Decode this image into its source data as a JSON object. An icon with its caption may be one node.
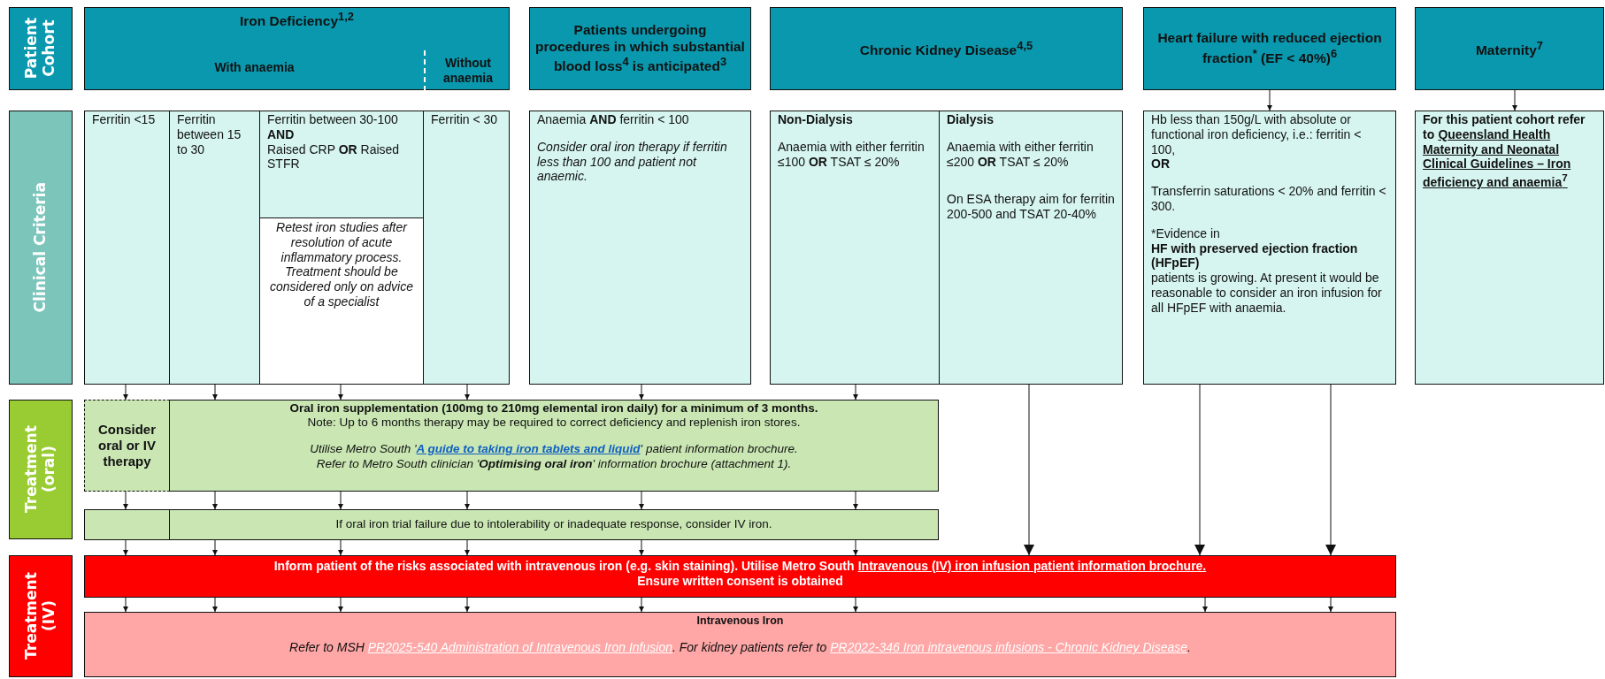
{
  "diagram": {
    "nodes": [
      {
        "text": [
          "Patient Cohort"
        ]
      },
      {
        "text": [
          "Iron Deficiency$^{1,2}$"
        ]
      },
      {
        "text": [
          "With anaemia"
        ],
        "in": 1
      },
      {
        "text": [
          "Without anaemia"
        ],
        "in": 1
      },
      {
        "text": [
          "Patients undergoing procedures in which substantial blood loss$^{4}$ is anticipated$^{3}$"
        ]
      },
      {
        "text": [
          "Chronic Kidney Disease$^{4,5}$"
        ]
      },
      {
        "text": [
          "Heart failure with reduced ejection fraction$^{*}$ (EF < 40%)$^{6}$"
        ]
      },
      {
        "text": [
          "Maternity$^{7}$"
        ]
      },
      {
        "text": [
          "Clinical Criteria"
        ]
      },
      {
        "text": [
          "Ferritin <15"
        ]
      },
      {
        "text": [
          "Ferritin between 15 to 30"
        ]
      },
      {
        "text": [
          "Ferritin between 30-100 **AND** Raised CRP **OR** Raised STFR"
        ]
      },
      {
        "text": [
          "Retest iron studies after resolution of acute inflammatory process.  Treatment should be considered only on advice of a specialist"
        ]
      },
      {
        "text": [
          "Ferritin < 30"
        ]
      },
      {
        "text": [
          "Anaemia **AND** ferritin < 100",
          "Consider oral iron therapy if ferritin less than 100 and patient not anaemic."
        ]
      },
      {
        "text": [
          "Non-Dialysis",
          "Anaemia with either ferritin ≤100 **OR** TSAT ≤ 20%"
        ]
      },
      {
        "text": [
          "Dialysis",
          "Anaemia with either ferritin ≤200 **OR** TSAT ≤ 20%",
          "On ESA therapy aim for ferritin 200-500 and TSAT 20-40%"
        ]
      },
      {
        "text": [
          "Hb less than 150g/L with absolute or functional iron deficiency, i.e.: ferritin < 100, **OR**",
          "Transferrin saturations < 20% and ferritin < 300.",
          "*Evidence in **HF with preserved ejection fraction (HFpEF)** patients is growing.  At present it would be reasonable to consider an iron infusion for all HFpEF with anaemia."
        ]
      },
      {
        "text": [
          "For this patient cohort refer to",
          "Queensland Health Maternity and Neonatal Clinical Guidelines – Iron deficiency and anaemia$^{7}$"
        ]
      },
      {
        "text": [
          "Treatment (oral)"
        ]
      },
      {
        "text": [
          "Consider oral or IV therapy"
        ]
      },
      {
        "text": [
          "Oral iron supplementation (100mg to 210mg elemental iron daily) for a minimum of 3 months.",
          "Note: Up to 6 months therapy may be required to correct deficiency and replenish iron stores.",
          "Utilise Metro South '**A guide to taking iron tablets and liquid**' patient information brochure.",
          "Refer to Metro South clinician '**Optimising oral iron**' information brochure (attachment 1)."
        ]
      },
      {
        "text": [],
        "shape": "box"
      },
      {
        "text": [
          "If oral iron trial failure due to intolerability or inadequate response, consider IV iron."
        ]
      },
      {
        "text": [
          "Treatment (IV)"
        ]
      },
      {
        "text": [
          "Inform patient of the risks associated with intravenous iron (e.g. skin staining).  Utilise Metro South",
          "Intravenous (IV) iron infusion patient information brochure.",
          "Ensure written consent is obtained"
        ]
      },
      {
        "text": [
          "Intravenous Iron",
          "Refer to MSH **PR2025-540 Administration of Intravenous Iron Infusion**. For kidney patients refer to **PR2022-346 Iron intravenous infusions - Chronic Kidney Disease**."
        ]
      }
    ],
    "edges": [
      {
        "from": 6,
        "to": 17,
        "arrow": "to"
      },
      {
        "from": 7,
        "to": 18,
        "arrow": "to"
      },
      {
        "from": 9,
        "to": 20,
        "arrow": "to"
      },
      {
        "from": 10,
        "to": 21,
        "arrow": "to"
      },
      {
        "from": 12,
        "to": 21,
        "arrow": "to"
      },
      {
        "from": 13,
        "to": 21,
        "arrow": "to"
      },
      {
        "from": 14,
        "to": 21,
        "arrow": "to"
      },
      {
        "from": 15,
        "to": 21,
        "arrow": "to"
      },
      {
        "from": 16,
        "to": 25,
        "arrow": "to"
      },
      {
        "from": 17,
        "to": 25,
        "arrow": "to"
      },
      {
        "from": 17,
        "to": 25,
        "arrow": "to"
      },
      {
        "from": 20,
        "to": 22,
        "arrow": "to"
      },
      {
        "from": 21,
        "to": 23,
        "arrow": "to"
      },
      {
        "from": 21,
        "to": 23,
        "arrow": "to"
      },
      {
        "from": 21,
        "to": 23,
        "arrow": "to"
      },
      {
        "from": 21,
        "to": 23,
        "arrow": "to"
      },
      {
        "from": 21,
        "to": 23,
        "arrow": "to"
      },
      {
        "from": 22,
        "to": 25,
        "arrow": "to"
      },
      {
        "from": 23,
        "to": 25,
        "arrow": "to"
      },
      {
        "from": 23,
        "to": 25,
        "arrow": "to"
      },
      {
        "from": 23,
        "to": 25,
        "arrow": "to"
      },
      {
        "from": 23,
        "to": 25,
        "arrow": "to"
      },
      {
        "from": 23,
        "to": 25,
        "arrow": "to"
      },
      {
        "from": 25,
        "to": 26,
        "arrow": "to"
      },
      {
        "from": 25,
        "to": 26,
        "arrow": "to"
      },
      {
        "from": 25,
        "to": 26,
        "arrow": "to"
      },
      {
        "from": 25,
        "to": 26,
        "arrow": "to"
      },
      {
        "from": 25,
        "to": 26,
        "arrow": "to"
      },
      {
        "from": 25,
        "to": 26,
        "arrow": "to"
      },
      {
        "from": 25,
        "to": 26,
        "arrow": "to"
      },
      {
        "from": 25,
        "to": 26,
        "arrow": "to"
      }
    ]
  }
}
